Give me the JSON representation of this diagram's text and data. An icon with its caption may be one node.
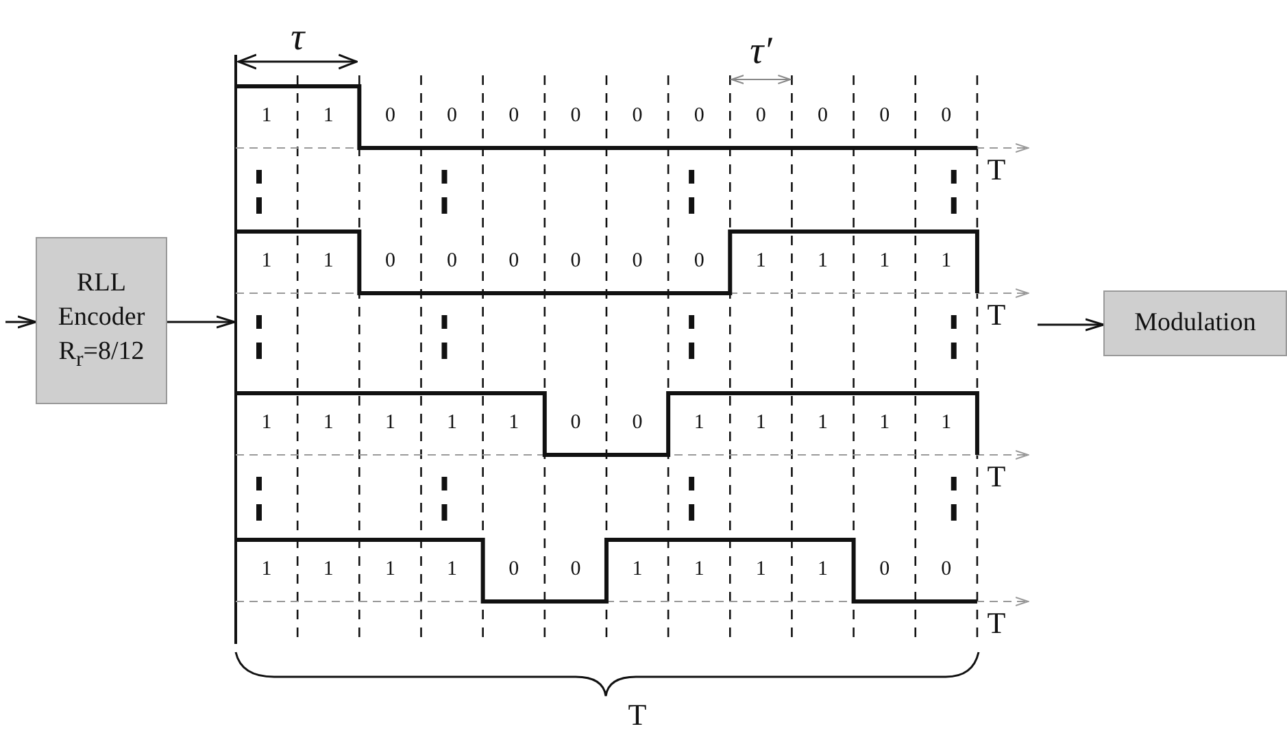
{
  "diagram": {
    "nodes": [
      {
        "text": [
          "RLL Encoder R$_{r}$=8/12"
        ]
      },
      {
        "text": [],
        "shape": "picture"
      },
      {
        "text": [
          "Modulation"
        ]
      }
    ],
    "edges": [
      {
        "from": null,
        "to": 0,
        "arrow": "to"
      },
      {
        "from": 0,
        "to": 1,
        "arrow": "to"
      },
      {
        "from": 1,
        "to": 2,
        "arrow": "to"
      }
    ],
    "labels": [
      "τ",
      "τ′",
      "1",
      "1",
      "0",
      "0",
      "0",
      "0",
      "0",
      "0",
      "0",
      "0",
      "0",
      "0",
      "T",
      "1",
      "1",
      "0",
      "0",
      "0",
      "0",
      "0",
      "0",
      "1",
      "1",
      "1",
      "1",
      "T",
      "1",
      "1",
      "1",
      "1",
      "1",
      "0",
      "0",
      "1",
      "1",
      "1",
      "1",
      "1",
      "T",
      "1",
      "1",
      "1",
      "1",
      "0",
      "0",
      "1",
      "1",
      "1",
      "1",
      "0",
      "0",
      "T",
      "T"
    ]
  }
}
